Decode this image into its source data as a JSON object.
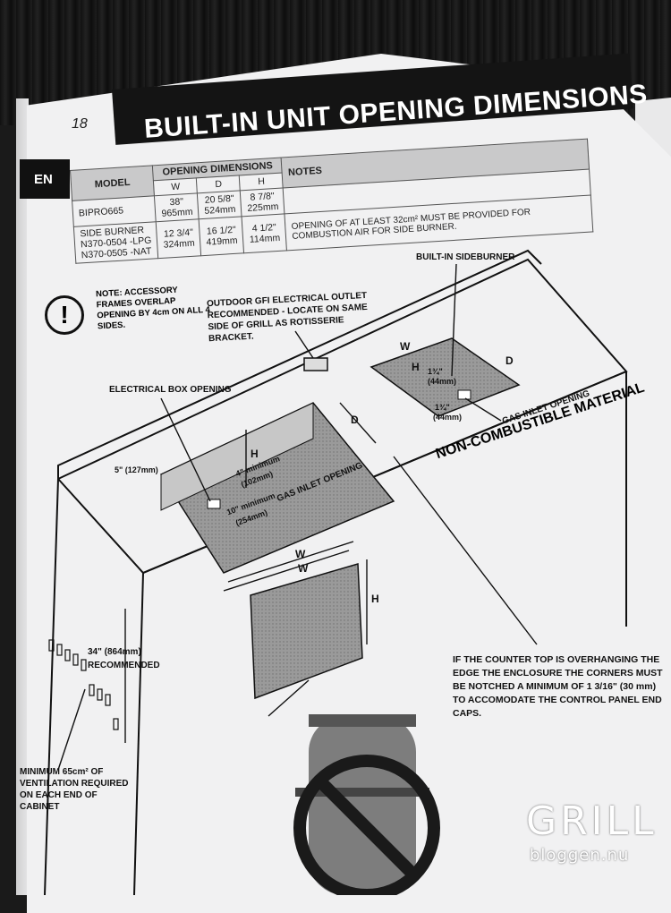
{
  "page": {
    "language_tab": "EN",
    "page_number": "18",
    "title": "BUILT-IN UNIT OPENING DIMENSIONS"
  },
  "table": {
    "model_header": "MODEL",
    "opening_header": "OPENING DIMENSIONS",
    "notes_header": "NOTES",
    "col_w": "W",
    "col_d": "D",
    "col_h": "H",
    "rows": [
      {
        "model": "BIPRO665",
        "w": [
          "38\"",
          "965mm"
        ],
        "d": [
          "20 5/8\"",
          "524mm"
        ],
        "h": [
          "8 7/8\"",
          "225mm"
        ],
        "note": ""
      },
      {
        "model": [
          "SIDE BURNER",
          "N370-0504 -LPG",
          "N370-0505 -NAT"
        ],
        "w": [
          "12 3/4\"",
          "324mm"
        ],
        "d": [
          "16 1/2\"",
          "419mm"
        ],
        "h": [
          "4 1/2\"",
          "114mm"
        ],
        "note": "OPENING OF AT LEAST 32cm² MUST BE PROVIDED FOR COMBUSTION AIR FOR SIDE BURNER."
      }
    ]
  },
  "note": {
    "icon": "exclamation-circle-icon",
    "text": "NOTE: ACCESSORY FRAMES OVERLAP OPENING BY 4cm ON ALL 4 SIDES."
  },
  "diagram": {
    "gfi_outlet": "OUTDOOR GFI ELECTRICAL OUTLET RECOMMENDED - LOCATE ON SAME SIDE OF GRILL AS ROTISSERIE BRACKET.",
    "built_in_sideburner": "BUILT-IN SIDEBURNER",
    "electrical_box_opening": "ELECTRICAL BOX OPENING",
    "gas_inlet_opening_main": "GAS INLET OPENING",
    "gas_inlet_opening_side": "GAS INLET OPENING",
    "non_combustible": "NON-COMBUSTIBLE MATERIAL",
    "overhang_5in": "5\" (127mm)",
    "min_4in": "4\" minimum",
    "min_4in_mm": "(102mm)",
    "min_10in": "10\" minimum",
    "min_10in_mm": "(254mm)",
    "side_1_75_a": "1¾\"",
    "side_1_75_a_mm": "(44mm)",
    "side_1_75_b": "1¾\"",
    "side_1_75_b_mm": "(44mm)",
    "height_34": "34\" (864mm)",
    "recommended": "RECOMMENDED",
    "letter_w": "W",
    "letter_h": "H",
    "letter_d": "D",
    "ventilation": "MINIMUM 65cm² OF VENTILATION REQUIRED ON EACH END OF CABINET",
    "overhang_note": "IF THE COUNTER TOP IS OVERHANGING THE EDGE THE ENCLOSURE THE CORNERS MUST BE NOTCHED A MINIMUM OF 1 3/16\" (30 mm) TO ACCOMODATE THE CONTROL PANEL END CAPS."
  },
  "prohibition": {
    "icon": "no-propane-tank-icon"
  },
  "watermark": {
    "brand": "GRILL",
    "domain": "bloggen.nu"
  },
  "colors": {
    "title_bar": "#141414",
    "paper": "#f1f1f2",
    "hatch": "#8a8a8a"
  }
}
